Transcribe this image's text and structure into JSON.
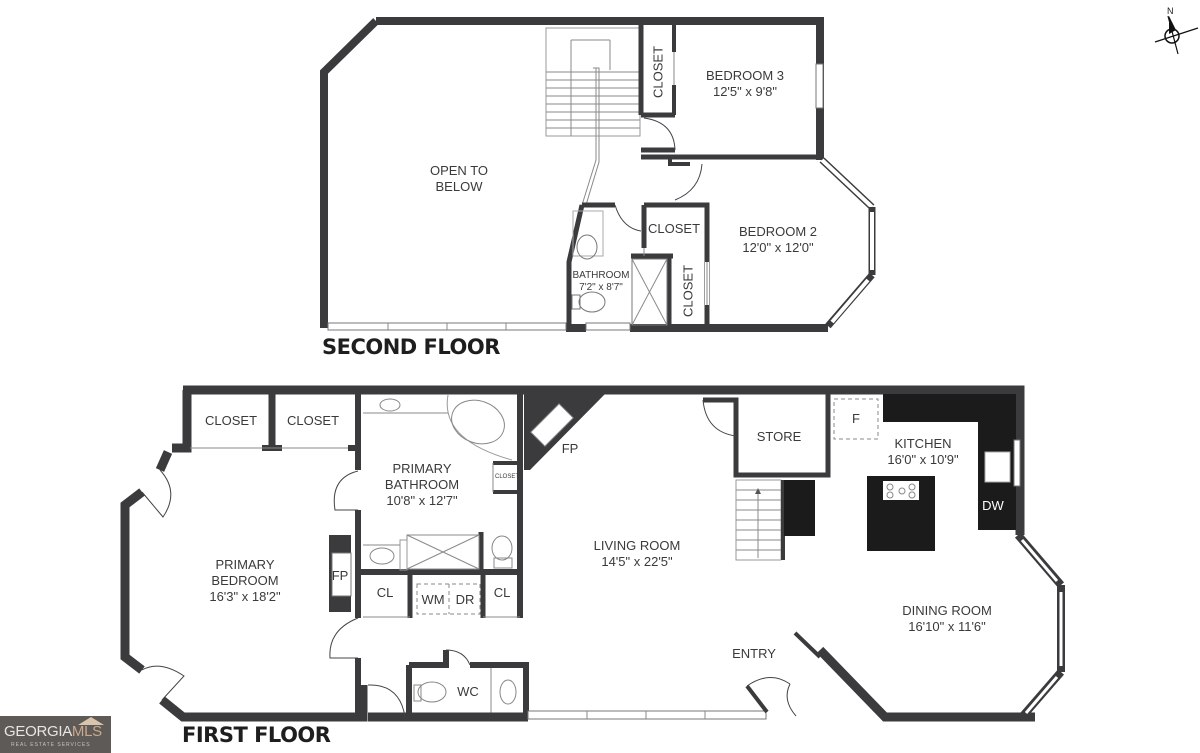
{
  "compass": {
    "label": "N",
    "icon": "north-arrow-icon"
  },
  "logo": {
    "brand_main": "GEORGIA",
    "brand_accent": "MLS",
    "tagline": "REAL ESTATE SERVICES"
  },
  "colors": {
    "wall": "#3b3b3d",
    "counter": "#1b1b1b",
    "text": "#3a3a3a",
    "logo_bg": "#5d5a57",
    "logo_accent": "#c9a98c"
  },
  "second_floor": {
    "title": "SECOND FLOOR",
    "rooms": [
      {
        "name": "OPEN TO",
        "name2": "BELOW",
        "dims": ""
      },
      {
        "name": "BEDROOM 3",
        "dims": "12'5\" x 9'8\""
      },
      {
        "name": "BEDROOM 2",
        "dims": "12'0\" x 12'0\""
      },
      {
        "name": "BATHROOM",
        "dims": "7'2\" x 8'7\""
      }
    ],
    "closets": [
      "CLOSET",
      "CLOSET",
      "CLOSET"
    ]
  },
  "first_floor": {
    "title": "FIRST FLOOR",
    "rooms": [
      {
        "name": "PRIMARY",
        "name2": "BEDROOM",
        "dims": "16'3\" x 18'2\""
      },
      {
        "name": "PRIMARY",
        "name2": "BATHROOM",
        "dims": "10'8\" x 12'7\""
      },
      {
        "name": "LIVING ROOM",
        "dims": "14'5\" x 22'5\""
      },
      {
        "name": "KITCHEN",
        "dims": "16'0\" x 10'9\""
      },
      {
        "name": "DINING ROOM",
        "dims": "16'10\" x 11'6\""
      }
    ],
    "labels": {
      "closet1": "CLOSET",
      "closet2": "CLOSET",
      "closet_small": "CLOSET",
      "fp_bedroom": "FP",
      "fp_living": "FP",
      "cl1": "CL",
      "cl2": "CL",
      "wm": "WM",
      "dr": "DR",
      "wc": "WC",
      "store": "STORE",
      "entry": "ENTRY",
      "fridge": "F",
      "dishwasher": "DW"
    }
  }
}
